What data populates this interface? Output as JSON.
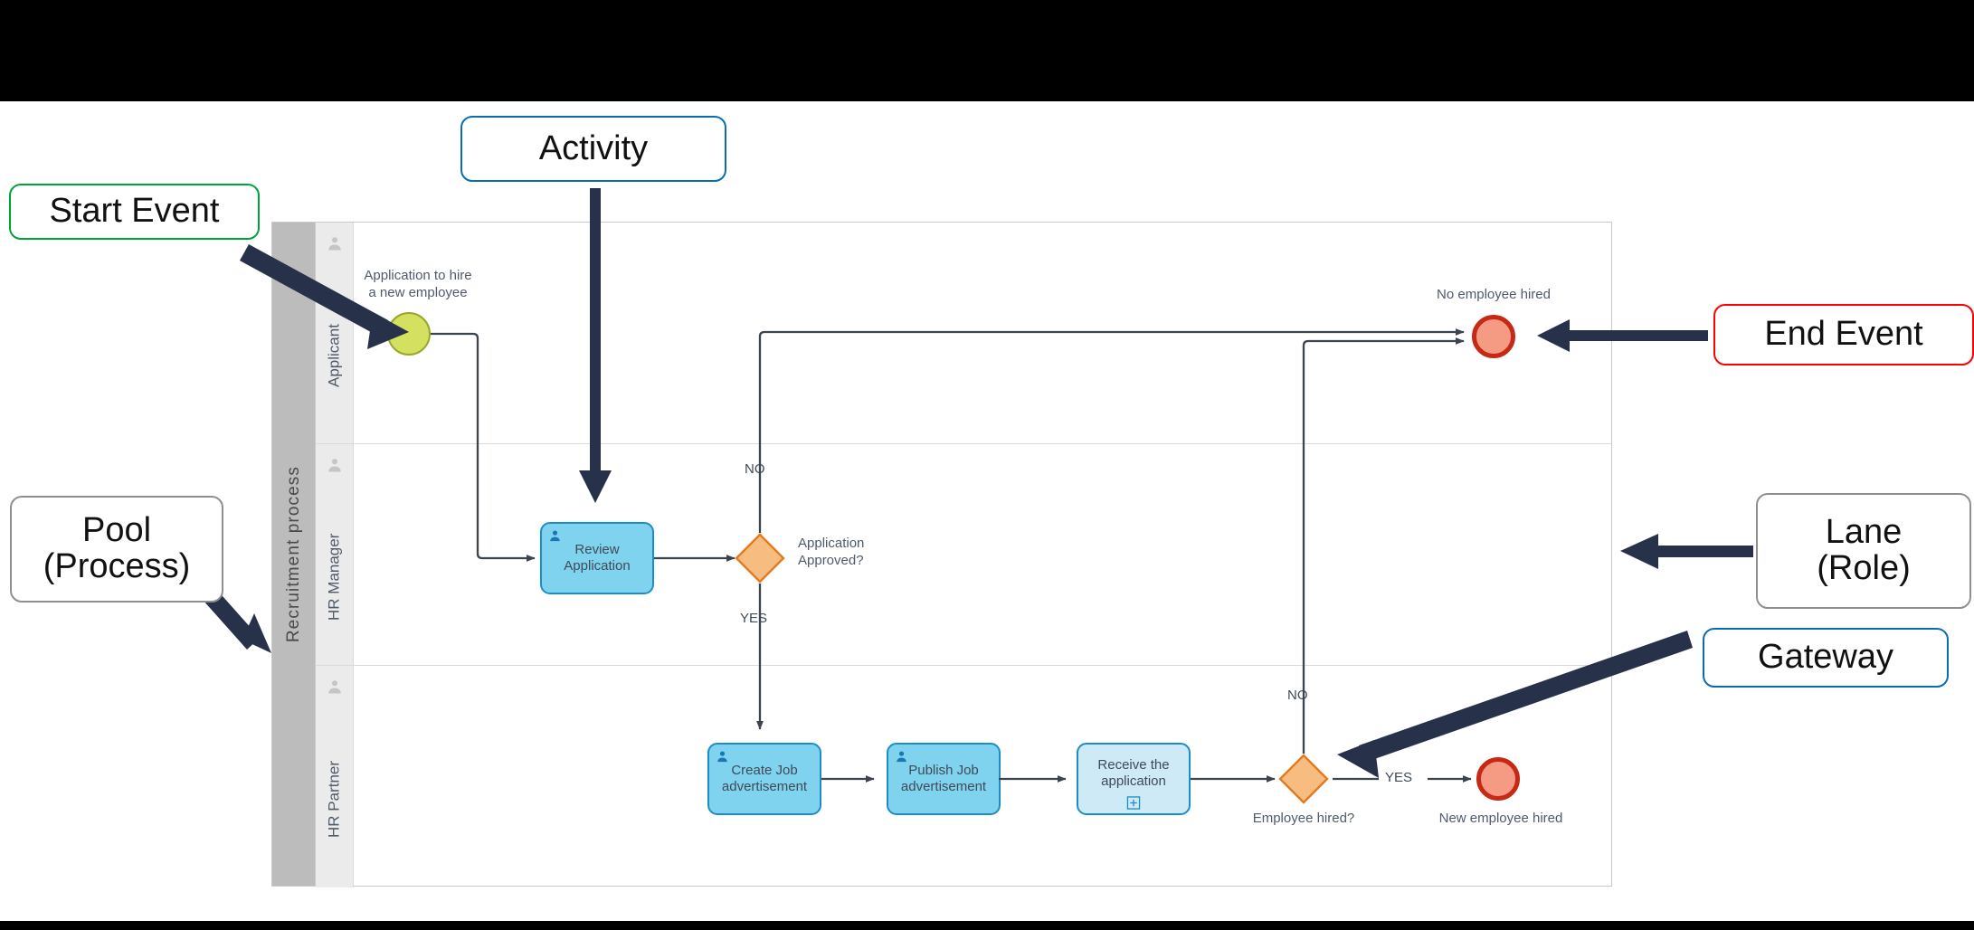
{
  "diagram": {
    "type": "BPMN collaboration diagram",
    "pool": {
      "name": "Recruitment process",
      "lanes": [
        {
          "name": "Applicant",
          "icon": "role-person-icon"
        },
        {
          "name": "HR Manager",
          "icon": "role-person-icon"
        },
        {
          "name": "HR Partner",
          "icon": "role-person-icon"
        }
      ]
    },
    "nodes": {
      "start_event": {
        "label": "Application to hire\na new employee",
        "label_line1": "Application to hire",
        "label_line2": "a new employee",
        "lane": "Applicant",
        "kind": "start-event"
      },
      "task_review": {
        "label": "Review\nApplication",
        "label_line1": "Review",
        "label_line2": "Application",
        "lane": "HR Manager",
        "kind": "user-task"
      },
      "gateway_approved": {
        "label": "Application\nApproved?",
        "label_line1": "Application",
        "label_line2": "Approved?",
        "lane": "HR Manager",
        "kind": "exclusive-gateway"
      },
      "task_create_ad": {
        "label": "Create Job\nadvertisement",
        "label_line1": "Create Job",
        "label_line2": "advertisement",
        "lane": "HR Partner",
        "kind": "user-task"
      },
      "task_publish_ad": {
        "label": "Publish Job\nadvertisement",
        "label_line1": "Publish Job",
        "label_line2": "advertisement",
        "lane": "HR Partner",
        "kind": "user-task"
      },
      "task_receive_app": {
        "label": "Receive the\napplication",
        "label_line1": "Receive the",
        "label_line2": "application",
        "lane": "HR Partner",
        "kind": "collapsed-subprocess"
      },
      "gateway_hired": {
        "label": "Employee hired?",
        "lane": "HR Partner",
        "kind": "exclusive-gateway"
      },
      "end_no_hire": {
        "label": "No employee hired",
        "lane": "Applicant",
        "kind": "end-event"
      },
      "end_new_hire": {
        "label": "New employee hired",
        "lane": "HR Partner",
        "kind": "end-event"
      }
    },
    "flow_labels": {
      "approved_no": "NO",
      "approved_yes": "YES",
      "hired_no": "NO",
      "hired_yes": "YES"
    }
  },
  "annotations": [
    {
      "id": "start-event",
      "label": "Start Event",
      "color": "#00a23a",
      "border_style": "green"
    },
    {
      "id": "activity",
      "label": "Activity",
      "color": "#0a6cb5",
      "border_style": "blue"
    },
    {
      "id": "end-event",
      "label": "End Event",
      "color": "#ff0000",
      "border_style": "red"
    },
    {
      "id": "lane-role",
      "label": "Lane\n(Role)",
      "label_line1": "Lane",
      "label_line2": "(Role)",
      "color": "#8f8f8f",
      "border_style": "gray"
    },
    {
      "id": "gateway",
      "label": "Gateway",
      "color": "#0a6cb5",
      "border_style": "blue"
    },
    {
      "id": "pool-process",
      "label": "Pool\n(Process)",
      "label_line1": "Pool",
      "label_line2": "(Process)",
      "color": "#8f8f8f",
      "border_style": "gray"
    }
  ],
  "annotation_text": {
    "start_event": "Start Event",
    "activity": "Activity",
    "end_event": "End Event",
    "lane_role_l1": "Lane",
    "lane_role_l2": "(Role)",
    "gateway": "Gateway",
    "pool_l1": "Pool",
    "pool_l2": "(Process)"
  },
  "colors": {
    "start_event_fill": "#d4e05f",
    "start_event_stroke": "#9aa62b",
    "end_event_fill": "#f59b84",
    "end_event_stroke": "#c62a16",
    "task_fill": "#7fd3ee",
    "task_stroke": "#1c8ec6",
    "subprocess_fill": "#cfeaf7",
    "gateway_fill": "#f7bd80",
    "gateway_stroke": "#e07b1f",
    "pool_header_fill": "#bcbcbc",
    "lane_header_fill": "#ebebeb",
    "flow_stroke": "#3c444f",
    "annotation_arrow": "#27314a"
  }
}
